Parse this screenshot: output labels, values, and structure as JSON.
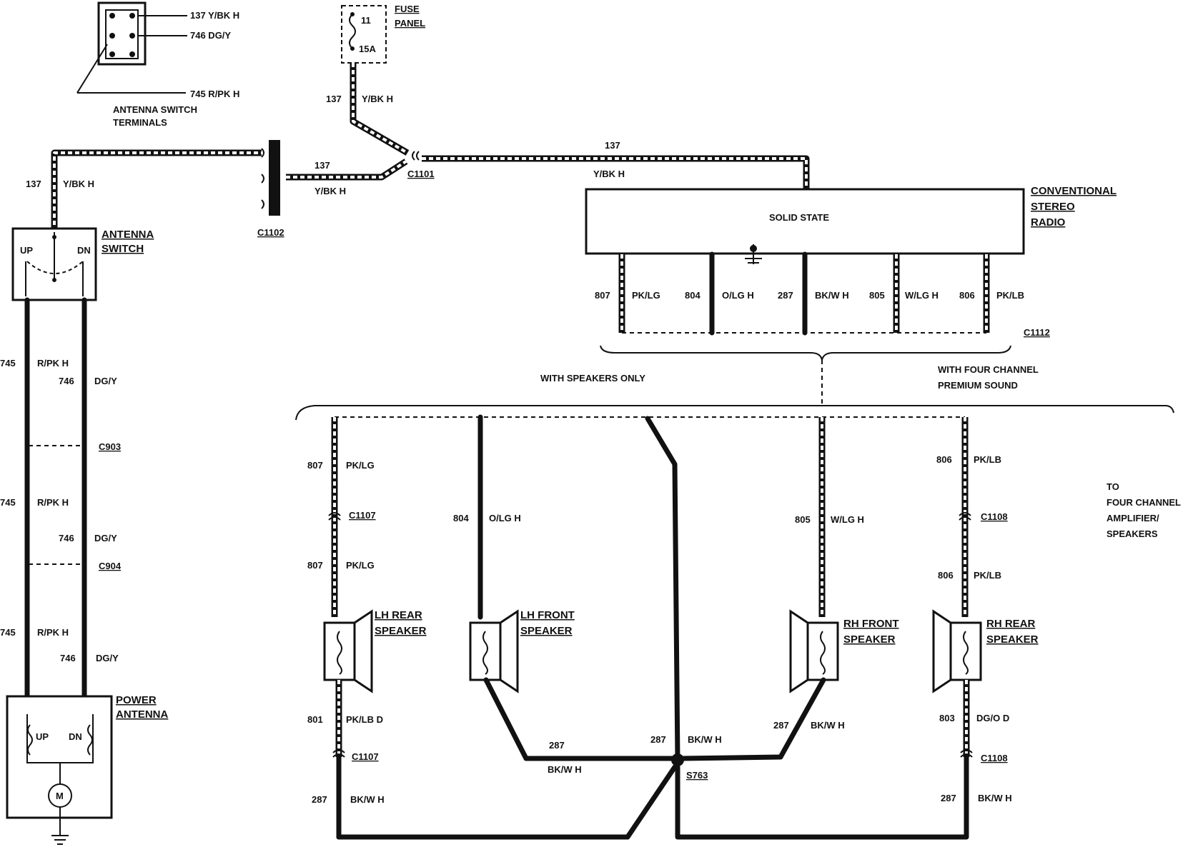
{
  "antenna_switch_terminals": {
    "labels": [
      "137 Y/BK H",
      "746 DG/Y",
      "745 R/PK H"
    ],
    "caption_line1": "ANTENNA SWITCH",
    "caption_line2": "TERMINALS"
  },
  "fuse": {
    "number": "11",
    "rating": "15A",
    "label_line1": "FUSE",
    "label_line2": "PANEL"
  },
  "wire_137": {
    "circuit": "137",
    "color": "Y/BK H"
  },
  "connectors": {
    "c1101": "C1101",
    "c1102": "C1102",
    "c1112": "C1112",
    "c903": "C903",
    "c904": "C904",
    "c1107a": "C1107",
    "c1107b": "C1107",
    "c1108a": "C1108",
    "c1108b": "C1108",
    "s763": "S763"
  },
  "antenna_switch": {
    "label_line1": "ANTENNA",
    "label_line2": "SWITCH",
    "up": "UP",
    "dn": "DN"
  },
  "power_antenna": {
    "label_line1": "POWER",
    "label_line2": "ANTENNA",
    "up": "UP",
    "dn": "DN",
    "motor": "M"
  },
  "radio": {
    "title": "SOLID STATE",
    "label_line1": "CONVENTIONAL",
    "label_line2": "STEREO",
    "label_line3": "RADIO"
  },
  "radio_wires": [
    {
      "circuit": "807",
      "color": "PK/LG"
    },
    {
      "circuit": "804",
      "color": "O/LG H"
    },
    {
      "circuit": "287",
      "color": "BK/W H"
    },
    {
      "circuit": "805",
      "color": "W/LG H"
    },
    {
      "circuit": "806",
      "color": "PK/LB"
    }
  ],
  "antenna_wires": {
    "w745": "745",
    "c745": "R/PK H",
    "w746": "746",
    "c746": "DG/Y"
  },
  "options": {
    "speakers_only": "WITH SPEAKERS ONLY",
    "four_channel_line1": "WITH FOUR CHANNEL",
    "four_channel_line2": "PREMIUM SOUND",
    "to_line1": "TO",
    "to_line2": "FOUR CHANNEL",
    "to_line3": "AMPLIFIER/",
    "to_line4": "SPEAKERS"
  },
  "speakers": {
    "lh_rear_1": "LH REAR",
    "lh_rear_2": "SPEAKER",
    "lh_front_1": "LH FRONT",
    "lh_front_2": "SPEAKER",
    "rh_front_1": "RH FRONT",
    "rh_front_2": "SPEAKER",
    "rh_rear_1": "RH REAR",
    "rh_rear_2": "SPEAKER"
  },
  "speaker_wires": {
    "w807": "807",
    "c807": "PK/LG",
    "w804": "804",
    "c804": "O/LG H",
    "w805": "805",
    "c805": "W/LG H",
    "w806": "806",
    "c806": "PK/LB",
    "w801": "801",
    "c801": "PK/LB D",
    "w803": "803",
    "c803": "DG/O D",
    "w287": "287",
    "c287": "BK/W H"
  }
}
